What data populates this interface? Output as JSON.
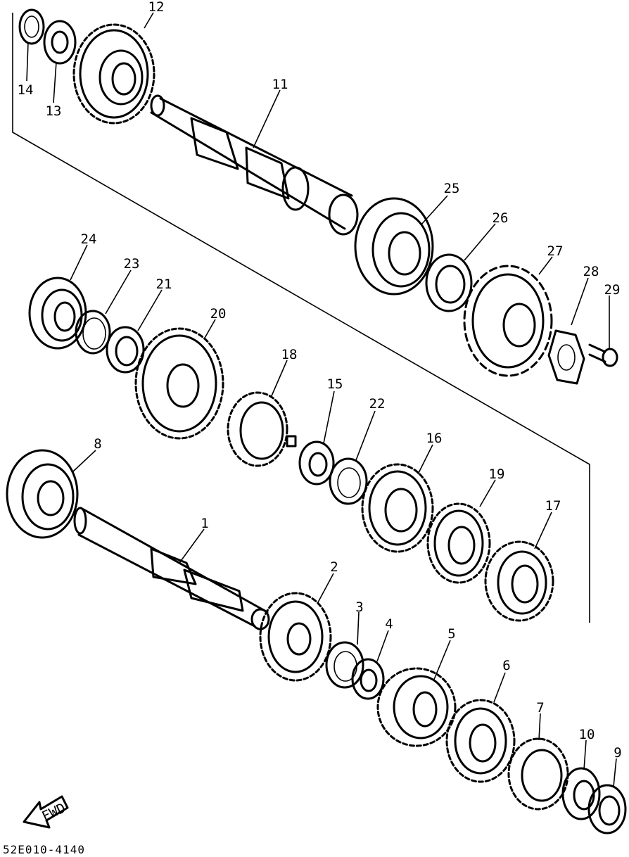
{
  "diagram": {
    "callouts": [
      "1",
      "2",
      "3",
      "4",
      "5",
      "6",
      "7",
      "8",
      "9",
      "10",
      "11",
      "12",
      "13",
      "14",
      "15",
      "16",
      "17",
      "18",
      "19",
      "20",
      "21",
      "22",
      "23",
      "24",
      "25",
      "26",
      "27",
      "28",
      "29"
    ],
    "fwd_label": "FWD",
    "part_code": "52E010-4140"
  }
}
